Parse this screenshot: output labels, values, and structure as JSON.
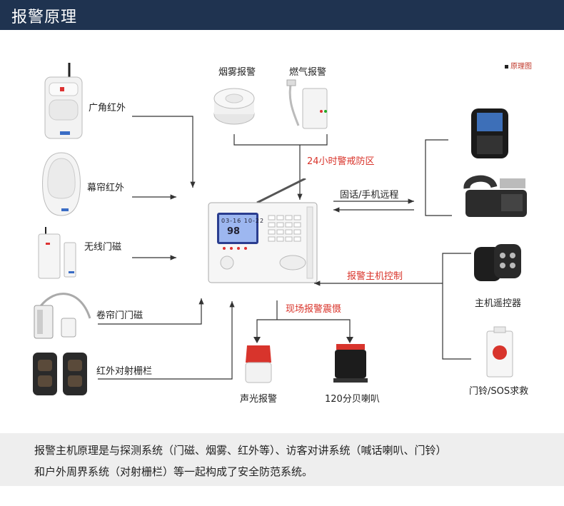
{
  "header": {
    "title": "报警原理"
  },
  "legend": {
    "text": "原理图"
  },
  "devices": {
    "wide_ir": "广角红外",
    "curtain_ir": "幕帘红外",
    "wireless_door": "无线门磁",
    "rolling_door": "卷帘门门磁",
    "beam": "红外对射栅栏",
    "smoke": "烟雾报警",
    "gas": "燃气报警",
    "zone": "24小时警戒防区",
    "phone": "固话/手机远程",
    "remote_ctrl": "报警主机控制",
    "remote": "主机遥控器",
    "onsite": "现场报警震慑",
    "strobe": "声光报警",
    "horn": "120分贝喇叭",
    "sos": "门铃/SOS求救"
  },
  "panel": {
    "lcd_time": "03-16 10-22",
    "lcd_num": "98"
  },
  "footer": {
    "line1": "报警主机原理是与探测系统（门磁、烟雾、红外等）、访客对讲系统（喊话喇叭、门铃）",
    "line2": "和户外周界系统（对射栅栏）等一起构成了安全防范系统。"
  },
  "colors": {
    "header": "#1f3350",
    "accent": "#d9342b",
    "footer_bg": "#eeeeee"
  }
}
